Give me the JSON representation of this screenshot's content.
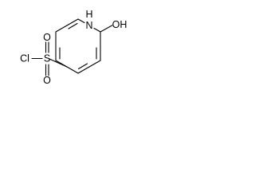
{
  "molecule": {
    "atoms": {
      "nitrogen": "N",
      "nitrogen_hydrogen": "H",
      "hydroxyl": "OH",
      "sulfur": "S",
      "sulfonyl_oxygen_top": "O",
      "sulfonyl_oxygen_bottom": "O",
      "chlorine": "Cl"
    }
  }
}
